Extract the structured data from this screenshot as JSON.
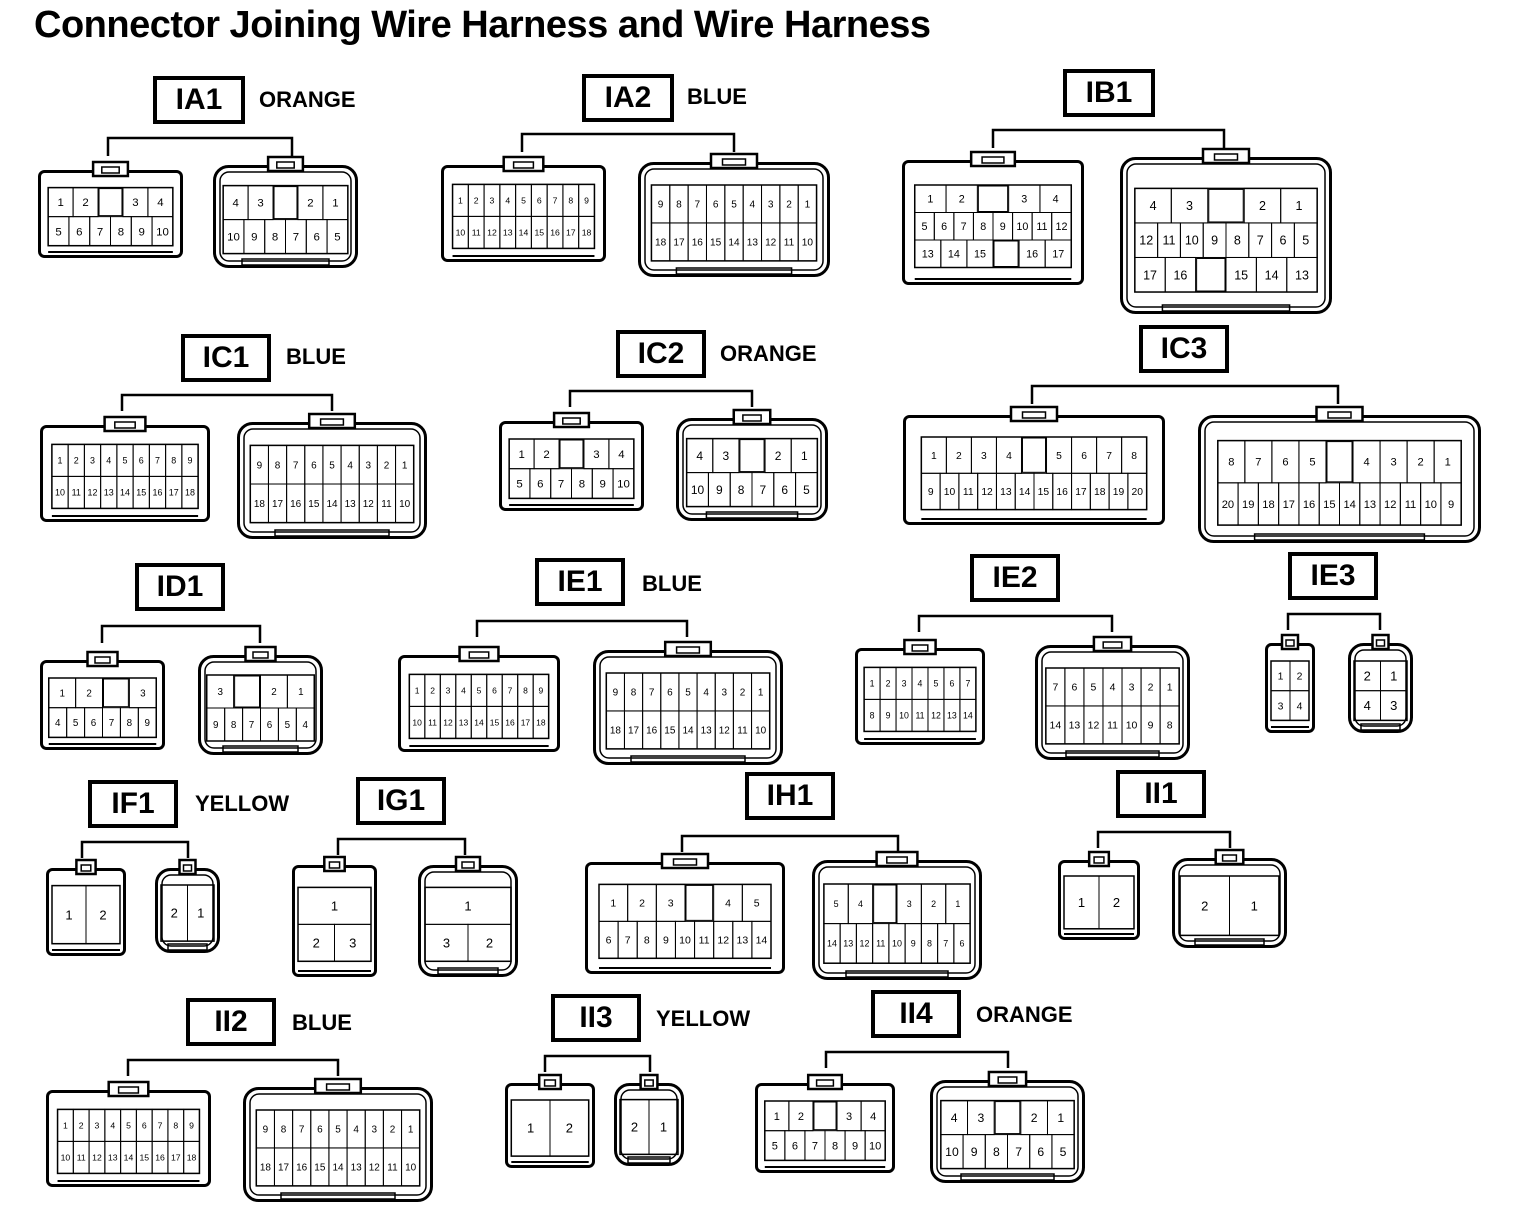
{
  "title": "Connector Joining Wire Harness and Wire Harness",
  "connectors": [
    {
      "code": "IA1",
      "color": "ORANGE",
      "male": {
        "rows": [
          [
            "1",
            "2",
            "",
            "3",
            "4"
          ],
          [
            "5",
            "6",
            "7",
            "8",
            "9",
            "10"
          ]
        ]
      },
      "female": {
        "rows": [
          [
            "4",
            "3",
            "",
            "2",
            "1"
          ],
          [
            "10",
            "9",
            "8",
            "7",
            "6",
            "5"
          ]
        ]
      }
    },
    {
      "code": "IA2",
      "color": "BLUE",
      "male": {
        "rows": [
          [
            "1",
            "2",
            "3",
            "4",
            "5",
            "6",
            "7",
            "8",
            "9"
          ],
          [
            "10",
            "11",
            "12",
            "13",
            "14",
            "15",
            "16",
            "17",
            "18"
          ]
        ]
      },
      "female": {
        "rows": [
          [
            "9",
            "8",
            "7",
            "6",
            "5",
            "4",
            "3",
            "2",
            "1"
          ],
          [
            "18",
            "17",
            "16",
            "15",
            "14",
            "13",
            "12",
            "11",
            "10"
          ]
        ]
      }
    },
    {
      "code": "IB1",
      "color": "",
      "male": {
        "rows": [
          [
            "1",
            "2",
            "",
            "3",
            "4"
          ],
          [
            "5",
            "6",
            "7",
            "8",
            "9",
            "10",
            "11",
            "12"
          ],
          [
            "13",
            "14",
            "15",
            "",
            "16",
            "17"
          ]
        ]
      },
      "female": {
        "rows": [
          [
            "4",
            "3",
            "",
            "2",
            "1"
          ],
          [
            "12",
            "11",
            "10",
            "9",
            "8",
            "7",
            "6",
            "5"
          ],
          [
            "17",
            "16",
            "",
            "15",
            "14",
            "13"
          ]
        ]
      }
    },
    {
      "code": "IC1",
      "color": "BLUE",
      "male": {
        "rows": [
          [
            "1",
            "2",
            "3",
            "4",
            "5",
            "6",
            "7",
            "8",
            "9"
          ],
          [
            "10",
            "11",
            "12",
            "13",
            "14",
            "15",
            "16",
            "17",
            "18"
          ]
        ]
      },
      "female": {
        "rows": [
          [
            "9",
            "8",
            "7",
            "6",
            "5",
            "4",
            "3",
            "2",
            "1"
          ],
          [
            "18",
            "17",
            "16",
            "15",
            "14",
            "13",
            "12",
            "11",
            "10"
          ]
        ]
      }
    },
    {
      "code": "IC2",
      "color": "ORANGE",
      "male": {
        "rows": [
          [
            "1",
            "2",
            "",
            "3",
            "4"
          ],
          [
            "5",
            "6",
            "7",
            "8",
            "9",
            "10"
          ]
        ]
      },
      "female": {
        "rows": [
          [
            "4",
            "3",
            "",
            "2",
            "1"
          ],
          [
            "10",
            "9",
            "8",
            "7",
            "6",
            "5"
          ]
        ]
      }
    },
    {
      "code": "IC3",
      "color": "",
      "male": {
        "rows": [
          [
            "1",
            "2",
            "3",
            "4",
            "",
            "5",
            "6",
            "7",
            "8"
          ],
          [
            "9",
            "10",
            "11",
            "12",
            "13",
            "14",
            "15",
            "16",
            "17",
            "18",
            "19",
            "20"
          ]
        ]
      },
      "female": {
        "rows": [
          [
            "8",
            "7",
            "6",
            "5",
            "",
            "4",
            "3",
            "2",
            "1"
          ],
          [
            "20",
            "19",
            "18",
            "17",
            "16",
            "15",
            "14",
            "13",
            "12",
            "11",
            "10",
            "9"
          ]
        ]
      }
    },
    {
      "code": "ID1",
      "color": "",
      "male": {
        "rows": [
          [
            "1",
            "2",
            "",
            "3"
          ],
          [
            "4",
            "5",
            "6",
            "7",
            "8",
            "9"
          ]
        ]
      },
      "female": {
        "rows": [
          [
            "3",
            "",
            "2",
            "1"
          ],
          [
            "9",
            "8",
            "7",
            "6",
            "5",
            "4"
          ]
        ]
      }
    },
    {
      "code": "IE1",
      "color": "BLUE",
      "male": {
        "rows": [
          [
            "1",
            "2",
            "3",
            "4",
            "5",
            "6",
            "7",
            "8",
            "9"
          ],
          [
            "10",
            "11",
            "12",
            "13",
            "14",
            "15",
            "16",
            "17",
            "18"
          ]
        ]
      },
      "female": {
        "rows": [
          [
            "9",
            "8",
            "7",
            "6",
            "5",
            "4",
            "3",
            "2",
            "1"
          ],
          [
            "18",
            "17",
            "16",
            "15",
            "14",
            "13",
            "12",
            "11",
            "10"
          ]
        ]
      }
    },
    {
      "code": "IE2",
      "color": "",
      "male": {
        "rows": [
          [
            "1",
            "2",
            "3",
            "4",
            "5",
            "6",
            "7"
          ],
          [
            "8",
            "9",
            "10",
            "11",
            "12",
            "13",
            "14"
          ]
        ]
      },
      "female": {
        "rows": [
          [
            "7",
            "6",
            "5",
            "4",
            "3",
            "2",
            "1"
          ],
          [
            "14",
            "13",
            "12",
            "11",
            "10",
            "9",
            "8"
          ]
        ]
      }
    },
    {
      "code": "IE3",
      "color": "",
      "male": {
        "rows": [
          [
            "1",
            "2"
          ],
          [
            "3",
            "4"
          ]
        ]
      },
      "female": {
        "rows": [
          [
            "2",
            "1"
          ],
          [
            "4",
            "3"
          ]
        ]
      }
    },
    {
      "code": "IF1",
      "color": "YELLOW",
      "male": {
        "rows": [
          [
            "1",
            "2"
          ]
        ]
      },
      "female": {
        "rows": [
          [
            "2",
            "1"
          ]
        ]
      }
    },
    {
      "code": "IG1",
      "color": "",
      "male": {
        "rows": [
          [
            "1"
          ],
          [
            "2",
            "3"
          ]
        ]
      },
      "female": {
        "rows": [
          [
            "1"
          ],
          [
            "3",
            "2"
          ]
        ]
      }
    },
    {
      "code": "IH1",
      "color": "",
      "male": {
        "rows": [
          [
            "1",
            "2",
            "3",
            "",
            "4",
            "5"
          ],
          [
            "6",
            "7",
            "8",
            "9",
            "10",
            "11",
            "12",
            "13",
            "14"
          ]
        ]
      },
      "female": {
        "rows": [
          [
            "5",
            "4",
            "",
            "3",
            "2",
            "1"
          ],
          [
            "14",
            "13",
            "12",
            "11",
            "10",
            "9",
            "8",
            "7",
            "6"
          ]
        ]
      }
    },
    {
      "code": "II1",
      "color": "",
      "male": {
        "rows": [
          [
            "1",
            "2"
          ]
        ]
      },
      "female": {
        "rows": [
          [
            "2",
            "1"
          ]
        ]
      }
    },
    {
      "code": "II2",
      "color": "BLUE",
      "male": {
        "rows": [
          [
            "1",
            "2",
            "3",
            "4",
            "5",
            "6",
            "7",
            "8",
            "9"
          ],
          [
            "10",
            "11",
            "12",
            "13",
            "14",
            "15",
            "16",
            "17",
            "18"
          ]
        ]
      },
      "female": {
        "rows": [
          [
            "9",
            "8",
            "7",
            "6",
            "5",
            "4",
            "3",
            "2",
            "1"
          ],
          [
            "18",
            "17",
            "16",
            "15",
            "14",
            "13",
            "12",
            "11",
            "10"
          ]
        ]
      }
    },
    {
      "code": "II3",
      "color": "YELLOW",
      "male": {
        "rows": [
          [
            "1",
            "2"
          ]
        ]
      },
      "female": {
        "rows": [
          [
            "2",
            "1"
          ]
        ]
      }
    },
    {
      "code": "II4",
      "color": "ORANGE",
      "male": {
        "rows": [
          [
            "1",
            "2",
            "",
            "3",
            "4"
          ],
          [
            "5",
            "6",
            "7",
            "8",
            "9",
            "10"
          ]
        ]
      },
      "female": {
        "rows": [
          [
            "4",
            "3",
            "",
            "2",
            "1"
          ],
          [
            "10",
            "9",
            "8",
            "7",
            "6",
            "5"
          ]
        ]
      }
    }
  ]
}
